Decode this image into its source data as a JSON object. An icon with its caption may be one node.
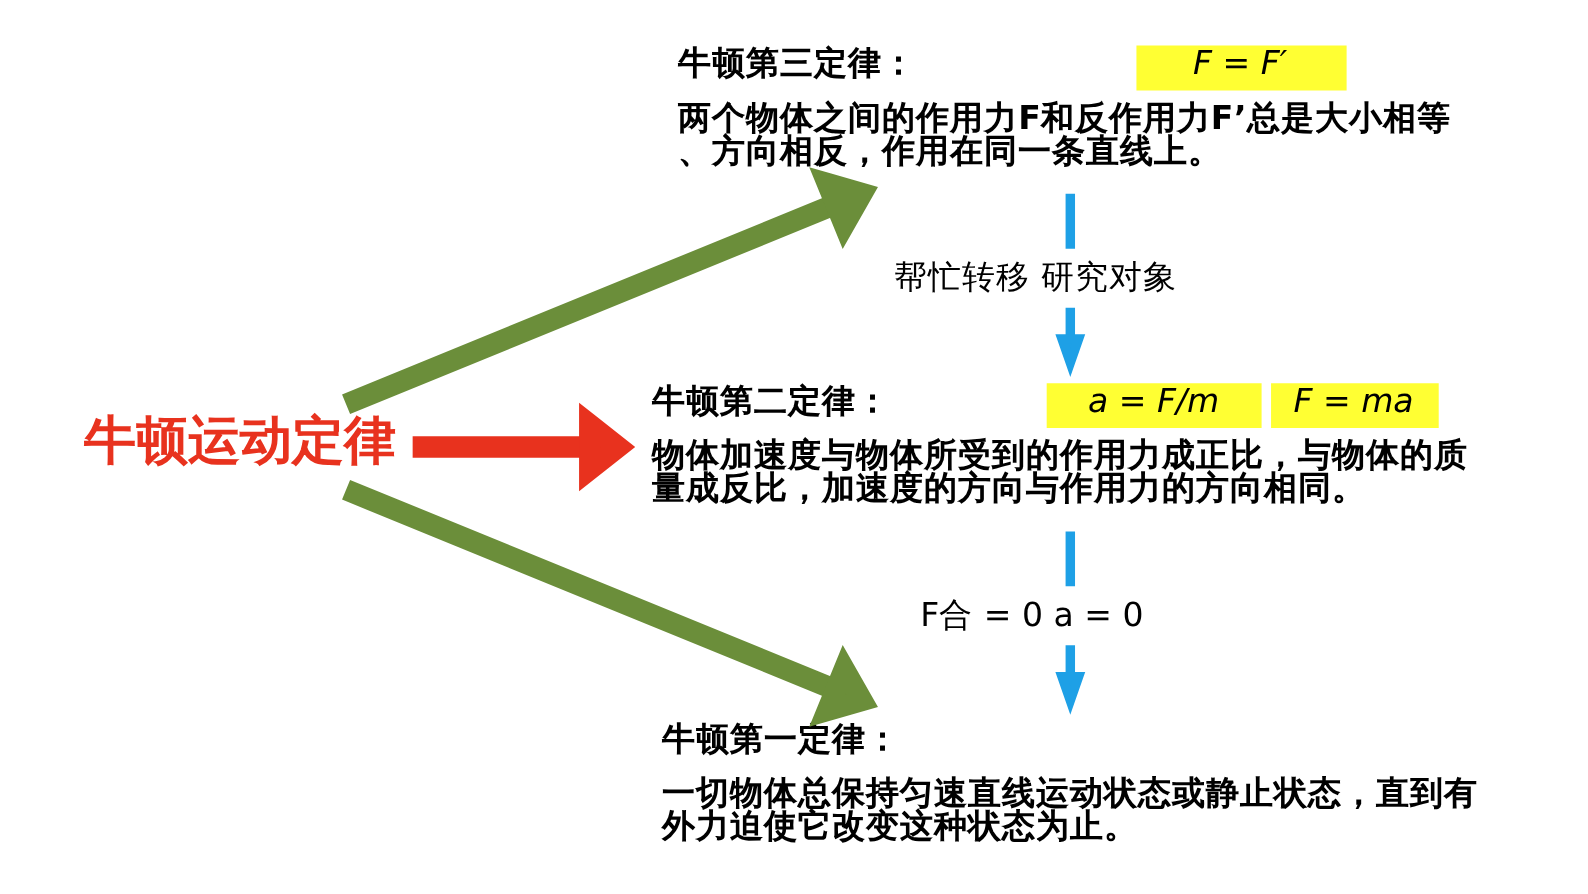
{
  "diagram": {
    "nodes": [
      {
        "text": [
          "牛顿运动定律"
        ]
      },
      {
        "text": [
          "牛顿第一定律：",
          "一切物体总保持匀速直线运动状态或静止状态，直到有外力迫使它改变这种状态为止。"
        ]
      },
      {
        "text": [
          "牛顿第二定律：",
          "a = F/m",
          "F = ma",
          "物体加速度与物体所受到的作用力成正比，与物体的质量成反比，加速度的方向与作用力的方向相同。"
        ]
      },
      {
        "text": [
          "牛顿第三定律：",
          "F = F′",
          "两个物体之间的作用力F和反作用力F’总是大小相等、方向相反，作用在同一条直线上。"
        ]
      }
    ],
    "edges": [
      {
        "from": 0,
        "to": 1,
        "arrow": "to",
        "color": "#6b8e3a"
      },
      {
        "from": 0,
        "to": 2,
        "arrow": "to",
        "color": "#e8321e"
      },
      {
        "from": 0,
        "to": 3,
        "arrow": "to",
        "color": "#6b8e3a"
      },
      {
        "from": 2,
        "to": 1,
        "arrow": "to",
        "label": "F合 = 0 a = 0",
        "color": "#1ea0e6"
      },
      {
        "from": 3,
        "to": 2,
        "arrow": "to",
        "label": "帮忙转移 研究对象",
        "color": "#1ea0e6"
      }
    ]
  }
}
